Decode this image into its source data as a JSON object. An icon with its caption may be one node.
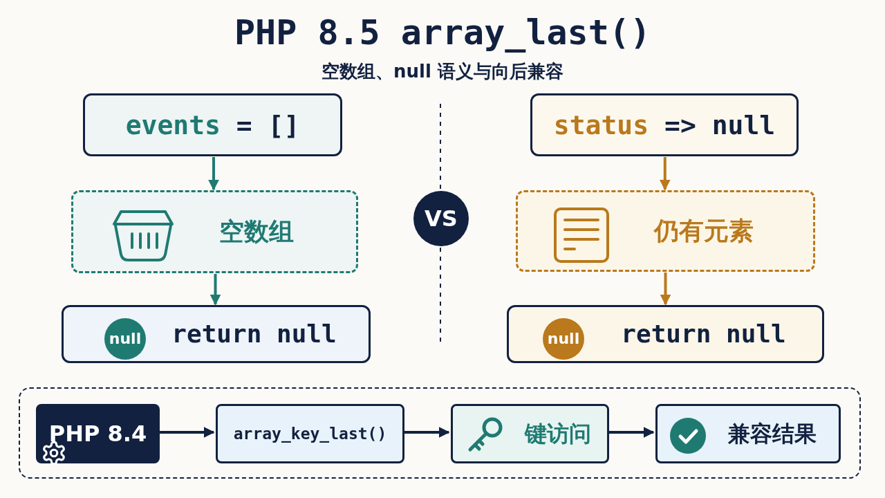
{
  "diagram": {
    "title": "PHP 8.5 array_last()",
    "nodes": [
      {
        "text": [
          "events = []"
        ]
      },
      {
        "text": [
          "空数组"
        ]
      },
      {
        "text": [
          "return null"
        ]
      },
      {
        "text": [
          "null"
        ],
        "in": 2
      },
      {
        "text": [
          "status => null"
        ]
      },
      {
        "text": [
          "仍有元素"
        ]
      },
      {
        "text": [
          "return null"
        ]
      },
      {
        "text": [
          "null"
        ],
        "in": 6
      },
      {
        "text": [
          "VS"
        ]
      },
      {
        "text": [],
        "shape": "box"
      },
      {
        "text": [
          "PHP 8.4"
        ],
        "in": 9
      },
      {
        "text": [
          "array_key_last()"
        ],
        "in": 9
      },
      {
        "text": [
          "键访问"
        ],
        "in": 9
      },
      {
        "text": [
          "兼容结果"
        ],
        "in": 9
      }
    ],
    "edges": [
      {
        "from": 0,
        "to": 1,
        "arrow": "to",
        "color": "#1f7a72"
      },
      {
        "from": 1,
        "to": 2,
        "arrow": "to",
        "color": "#1f7a72"
      },
      {
        "from": 4,
        "to": 5,
        "arrow": "to",
        "color": "#b9791c"
      },
      {
        "from": 5,
        "to": 6,
        "arrow": "to",
        "color": "#b9791c"
      },
      {
        "from": 10,
        "to": 11,
        "arrow": "to"
      },
      {
        "from": 11,
        "to": 12,
        "arrow": "to"
      },
      {
        "from": 12,
        "to": 13,
        "arrow": "to"
      }
    ],
    "labels": [
      "空数组、null 语义与向后兼容"
    ]
  }
}
